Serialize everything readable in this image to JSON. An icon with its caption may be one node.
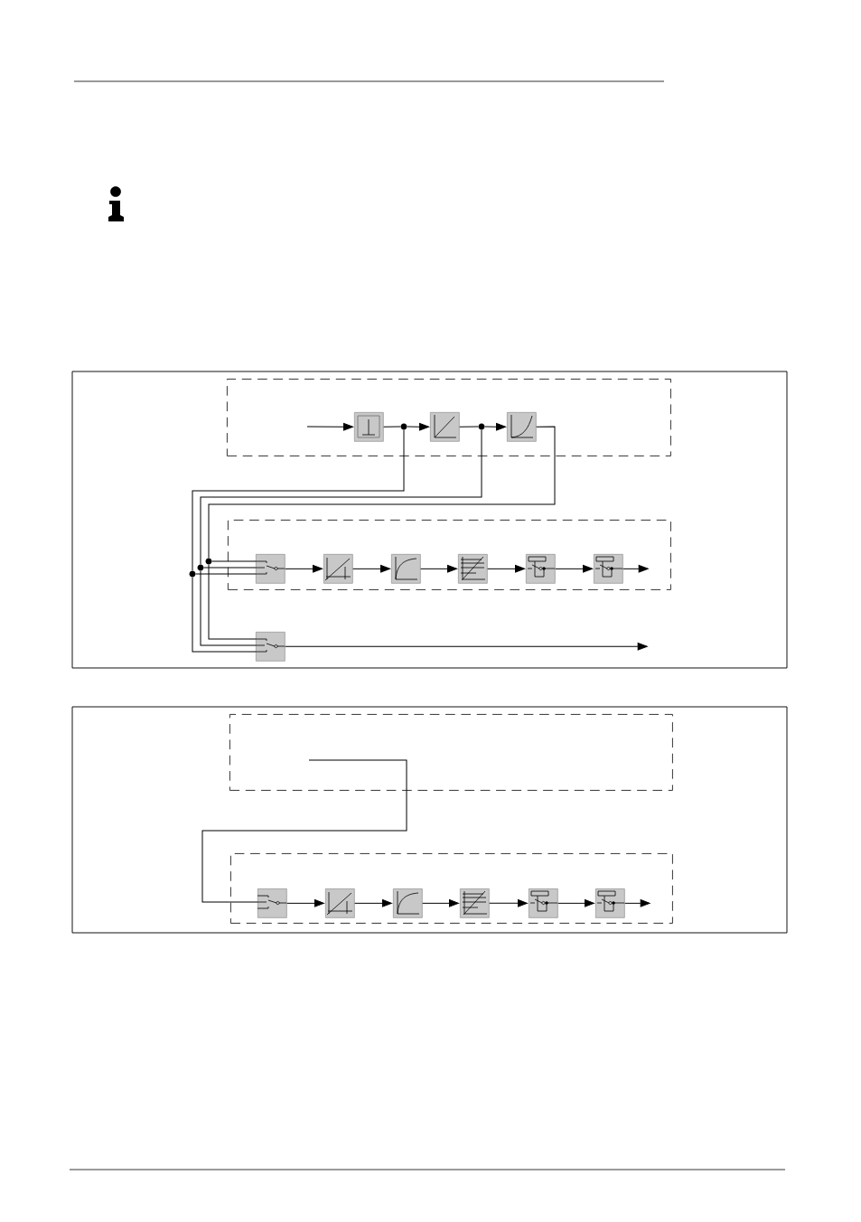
{
  "diagram": {
    "nodes": [
      {
        "text": [],
        "shape": "box"
      },
      {
        "text": [],
        "shape": "box",
        "in": 0
      },
      {
        "text": [],
        "shape": "circle",
        "in": 0
      },
      {
        "text": [],
        "shape": "box",
        "in": 0
      },
      {
        "text": [],
        "shape": "circle",
        "in": 0
      },
      {
        "text": [],
        "shape": "box",
        "in": 0
      },
      {
        "text": [],
        "shape": "box"
      },
      {
        "text": [],
        "shape": "circle"
      },
      {
        "text": [],
        "shape": "circle"
      },
      {
        "text": [],
        "shape": "circle"
      },
      {
        "text": [],
        "shape": "box",
        "in": 6
      },
      {
        "text": [],
        "shape": "box",
        "in": 6
      },
      {
        "text": [],
        "shape": "box",
        "in": 6
      },
      {
        "text": [],
        "shape": "box",
        "in": 6
      },
      {
        "text": [],
        "shape": "box",
        "in": 6
      },
      {
        "text": [],
        "shape": "box",
        "in": 6
      },
      {
        "text": [],
        "shape": "box"
      },
      {
        "text": [],
        "shape": "box"
      },
      {
        "text": [],
        "shape": "box"
      },
      {
        "text": [],
        "shape": "box",
        "in": 18
      },
      {
        "text": [],
        "shape": "box",
        "in": 18
      },
      {
        "text": [],
        "shape": "box",
        "in": 18
      },
      {
        "text": [],
        "shape": "box",
        "in": 18
      },
      {
        "text": [],
        "shape": "box",
        "in": 18
      },
      {
        "text": [],
        "shape": "box",
        "in": 18
      }
    ],
    "edges": [
      {
        "from": null,
        "to": 1,
        "arrow": "to"
      },
      {
        "from": 1,
        "to": 2,
        "arrow": "none"
      },
      {
        "from": 2,
        "to": 3,
        "arrow": "to"
      },
      {
        "from": 3,
        "to": 4,
        "arrow": "none"
      },
      {
        "from": 4,
        "to": 5,
        "arrow": "to"
      },
      {
        "from": 2,
        "to": 9,
        "arrow": "none"
      },
      {
        "from": 9,
        "to": 10,
        "arrow": "none"
      },
      {
        "from": 9,
        "to": 16,
        "arrow": "none"
      },
      {
        "from": 4,
        "to": 8,
        "arrow": "none"
      },
      {
        "from": 8,
        "to": 10,
        "arrow": "none"
      },
      {
        "from": 8,
        "to": 16,
        "arrow": "none"
      },
      {
        "from": 5,
        "to": 7,
        "arrow": "none"
      },
      {
        "from": 7,
        "to": 10,
        "arrow": "none"
      },
      {
        "from": 7,
        "to": 16,
        "arrow": "none"
      },
      {
        "from": 10,
        "to": 11,
        "arrow": "to"
      },
      {
        "from": 11,
        "to": 12,
        "arrow": "to"
      },
      {
        "from": 12,
        "to": 13,
        "arrow": "to"
      },
      {
        "from": 13,
        "to": 14,
        "arrow": "to"
      },
      {
        "from": 14,
        "to": 15,
        "arrow": "to"
      },
      {
        "from": 15,
        "to": null,
        "arrow": "to"
      },
      {
        "from": 16,
        "to": null,
        "arrow": "to"
      },
      {
        "from": 17,
        "to": 19,
        "arrow": "none"
      },
      {
        "from": 19,
        "to": 20,
        "arrow": "to"
      },
      {
        "from": 20,
        "to": 21,
        "arrow": "to"
      },
      {
        "from": 21,
        "to": 22,
        "arrow": "to"
      },
      {
        "from": 22,
        "to": 23,
        "arrow": "to"
      },
      {
        "from": 23,
        "to": 24,
        "arrow": "to"
      },
      {
        "from": 24,
        "to": null,
        "arrow": "to"
      }
    ]
  }
}
